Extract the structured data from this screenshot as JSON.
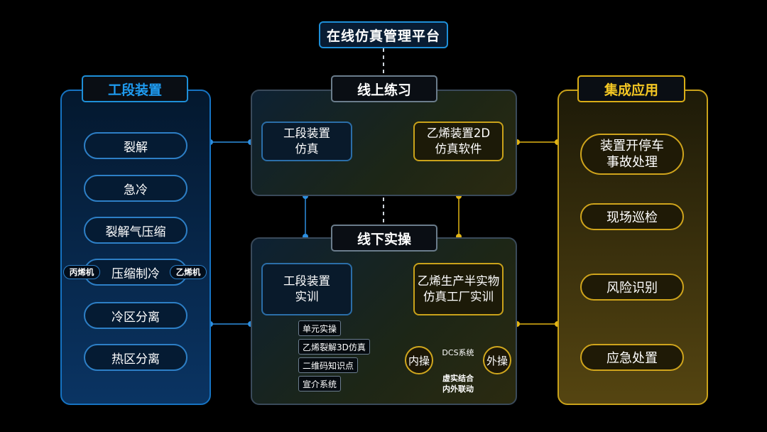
{
  "title": "在线仿真管理平台",
  "left_panel": {
    "header": "工段装置",
    "items": [
      "裂解",
      "急冷",
      "裂解气压缩",
      "压缩制冷",
      "冷区分离",
      "热区分离"
    ],
    "side_tags": [
      "丙烯机",
      "乙烯机"
    ]
  },
  "right_panel": {
    "header": "集成应用",
    "items": [
      {
        "line1": "装置开停车",
        "line2": "事故处理"
      },
      {
        "line1": "现场巡检"
      },
      {
        "line1": "风险识别"
      },
      {
        "line1": "应急处置"
      }
    ]
  },
  "online": {
    "header": "线上练习",
    "left_box": {
      "line1": "工段装置",
      "line2": "仿真"
    },
    "right_box": {
      "line1": "乙烯装置2D",
      "line2": "仿真软件"
    }
  },
  "offline": {
    "header": "线下实操",
    "left_box": {
      "line1": "工段装置",
      "line2": "实训"
    },
    "right_box": {
      "line1": "乙烯生产半实物",
      "line2": "仿真工厂实训"
    },
    "sub_items": [
      "单元实操",
      "乙烯裂解3D仿真",
      "二维码知识点",
      "宣介系统"
    ],
    "inner_op": "内操",
    "outer_op": "外操",
    "dcs_label": "DCS系统",
    "link_caption": {
      "line1": "虚实结合",
      "line2": "内外联动"
    }
  },
  "colors": {
    "blue_accent": "#1e8fd8",
    "yellow_accent": "#d9ad16",
    "background": "#000000"
  }
}
